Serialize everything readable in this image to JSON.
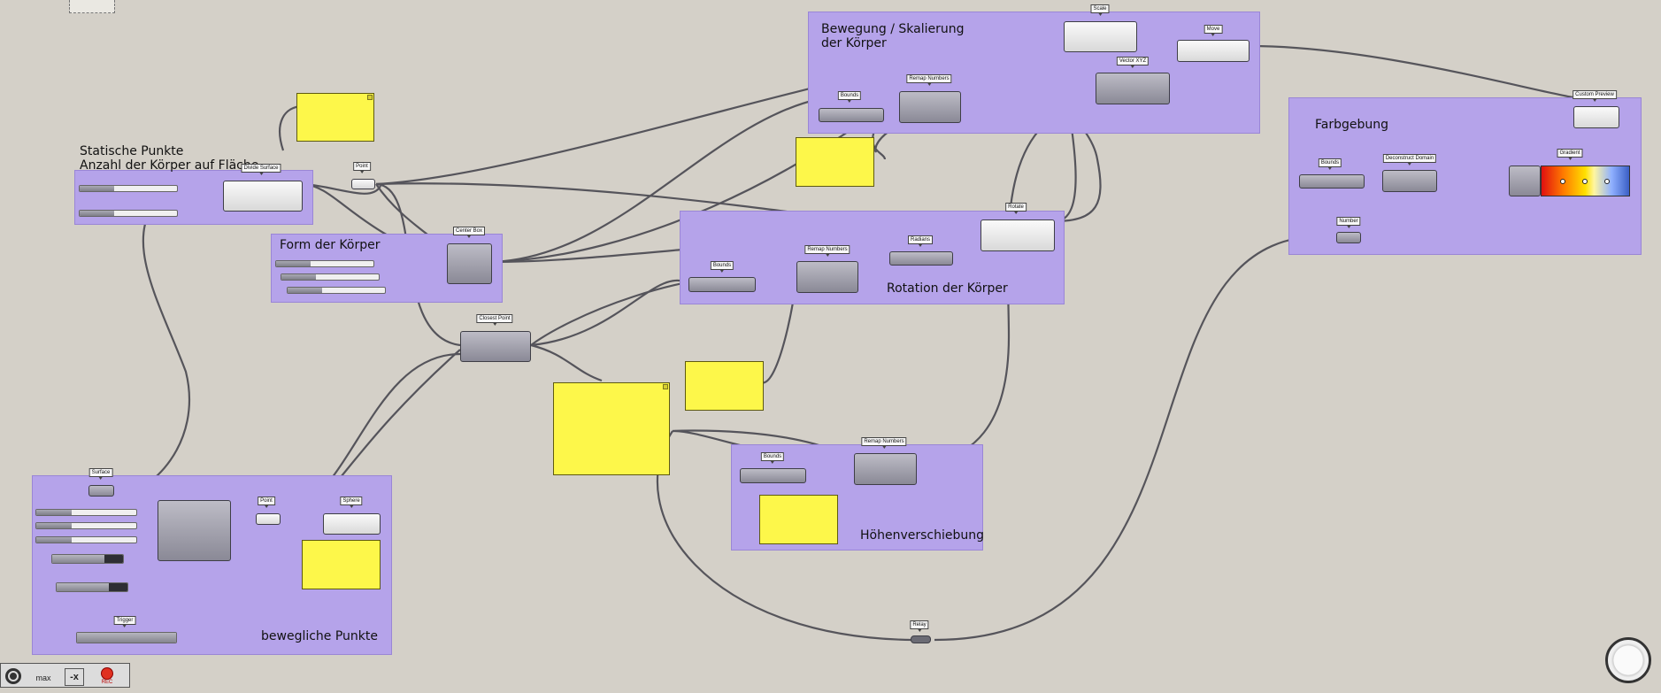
{
  "groups": {
    "bewegung": "Bewegung / Skalierung\nder Körper",
    "statisch": "Statische Punkte\nAnzahl der Körper auf Fläche",
    "form": "Form der Körper",
    "rotation": "Rotation der Körper",
    "hoehe": "Höhenverschiebung",
    "farbe": "Farbgebung",
    "beweglich": "bewegliche Punkte"
  },
  "components": {
    "scale": "Scale",
    "move": "Move",
    "vector_xyz": "Vector XYZ",
    "bounds_bewegung": "Bounds",
    "remap_bewegung": "Remap Numbers",
    "custom_preview": "Custom Preview",
    "bounds_farbe": "Bounds",
    "deconstruct_domain": "Deconstruct Domain",
    "gradient": "Gradient",
    "number": "Number",
    "divide_surface": "Divide Surface",
    "point_top": "Point",
    "center_box": "Center Box",
    "rotate": "Rotate",
    "radians": "Radians",
    "remap_rotation": "Remap Numbers",
    "bounds_rotation": "Bounds",
    "closest_point": "Closest Point",
    "bounds_hoehe": "Bounds",
    "remap_hoehe": "Remap Numbers",
    "surface": "Surface",
    "point_bottom": "Point",
    "sphere": "Sphere",
    "trigger": "Trigger",
    "relay": "Relay"
  },
  "toolbar": {
    "logo_icon": "grasshopper-logo-icon",
    "max_label": "max",
    "x_label": "-x",
    "rec_label": "REC"
  },
  "colors": {
    "canvas": "#d4d0c8",
    "group_fill": "#b5a3ea",
    "panel_fill": "#fdf74a",
    "wire": "#4a4a52"
  }
}
